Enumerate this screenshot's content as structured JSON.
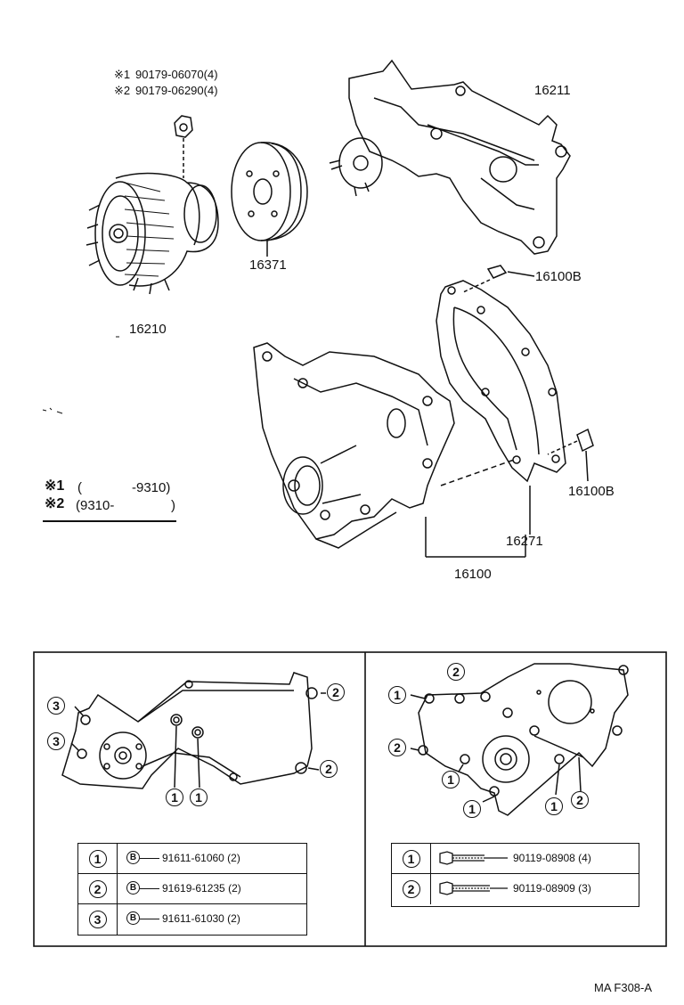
{
  "top_notes": {
    "note1_marker": "※1",
    "note1_part": "90179-06070(4)",
    "note2_marker": "※2",
    "note2_part": "90179-06290(4)"
  },
  "part_labels": {
    "fan_coupling": "16210",
    "pulley": "16371",
    "bracket": "16211",
    "dowel_top": "16100B",
    "dowel_bottom": "16100B",
    "gasket": "16271",
    "water_pump": "16100"
  },
  "legend": {
    "l1_marker": "※1",
    "l1_open": "(",
    "l1_value": "-9310)",
    "l2_marker": "※2",
    "l2_value": "(9310-",
    "l2_close": ")"
  },
  "left_box": {
    "callouts": [
      "3",
      "3",
      "1",
      "1",
      "2",
      "2"
    ],
    "table": [
      {
        "num": "1",
        "mark": "B",
        "part": "91611-61060 (2)"
      },
      {
        "num": "2",
        "mark": "B",
        "part": "91619-61235 (2)"
      },
      {
        "num": "3",
        "mark": "B",
        "part": "91611-61030 (2)"
      }
    ]
  },
  "right_box": {
    "callouts": [
      "2",
      "1",
      "2",
      "1",
      "1",
      "1",
      "2"
    ],
    "table": [
      {
        "num": "1",
        "part": "90119-08908 (4)"
      },
      {
        "num": "2",
        "part": "90119-08909 (3)"
      }
    ]
  },
  "figure_code": "MA F308-A",
  "icons": [
    "bolt-icon",
    "b-mark-icon"
  ]
}
